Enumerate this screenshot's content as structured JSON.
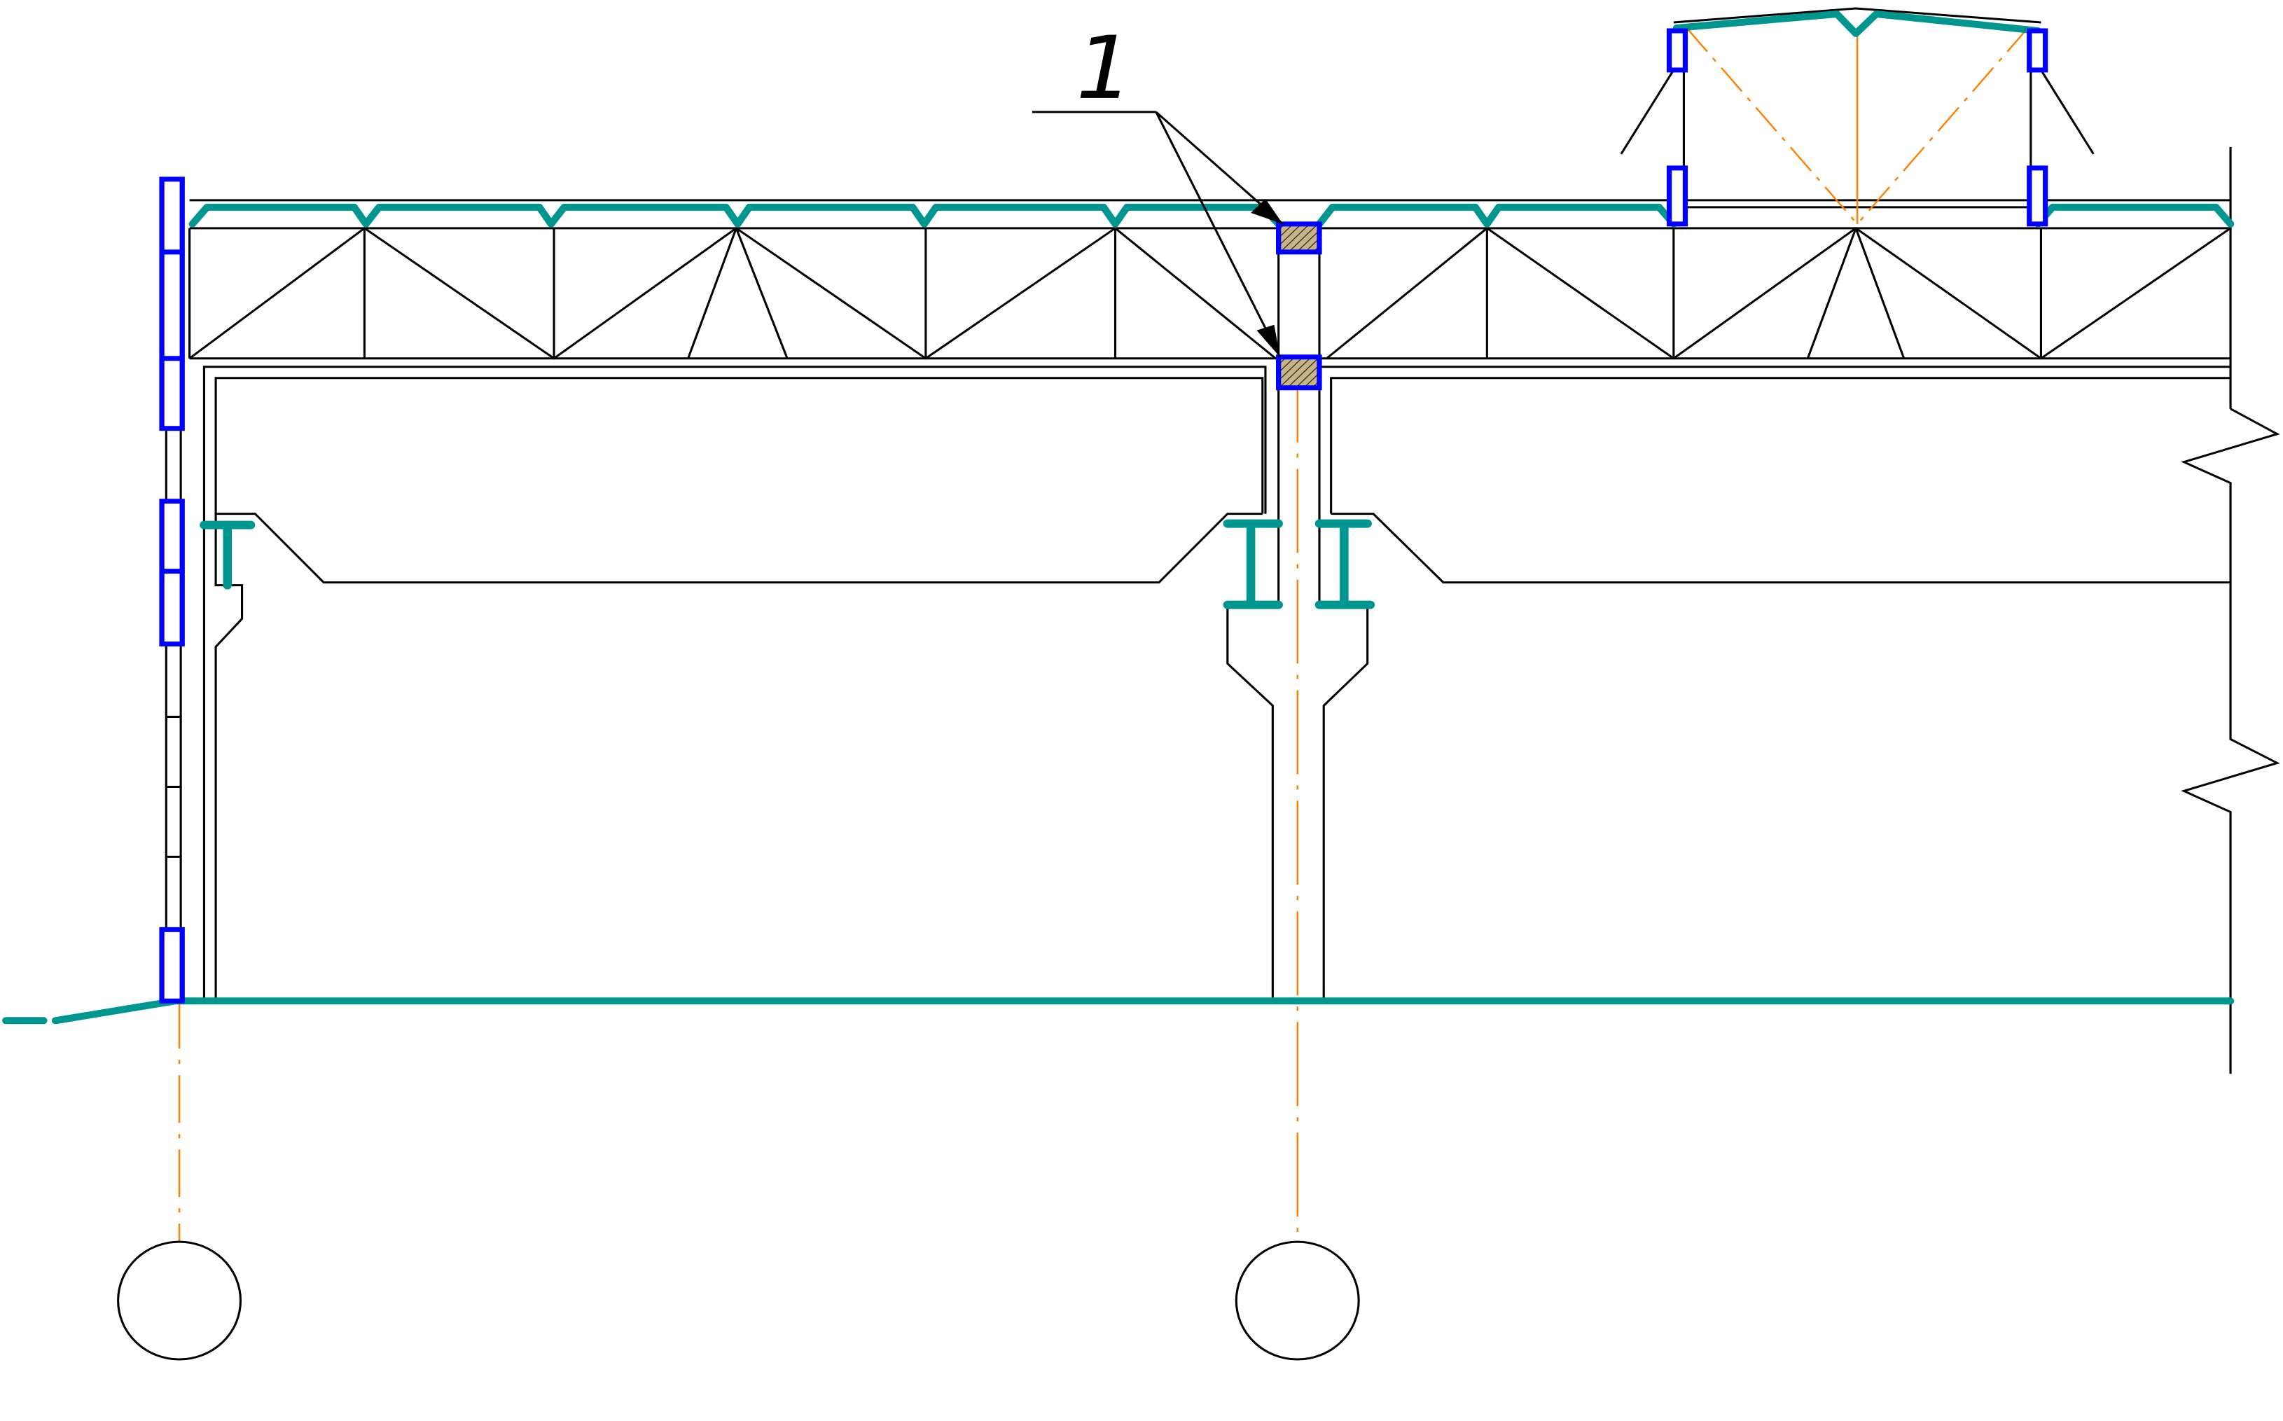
{
  "drawing": {
    "callout_label": "1",
    "axis_markers": [
      {
        "id": "axis-left",
        "label": ""
      },
      {
        "id": "axis-middle",
        "label": ""
      }
    ]
  },
  "colors": {
    "background": "#ffffff",
    "line": "#000000",
    "roof_and_floor": "#009690",
    "wall_panels": "#0000ff",
    "center_lines": "#ff8000",
    "hatch": "#c8b486"
  },
  "icons": {
    "callout-arrow": "arrowhead",
    "axis-bubble": "circle"
  }
}
